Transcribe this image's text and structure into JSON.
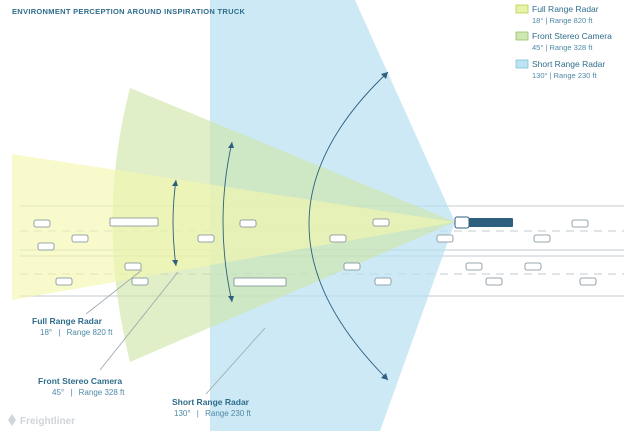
{
  "title": "ENVIRONMENT PERCEPTION AROUND INSPIRATION TRUCK",
  "legend": [
    {
      "label": "Full Range Radar",
      "detail": "18° | Range 820 ft",
      "color": "#e6f3a8",
      "border": "#b9cf4d"
    },
    {
      "label": "Front Stereo Camera",
      "detail": "45° | Range 328 ft",
      "color": "#cfe7b2",
      "border": "#93c06a"
    },
    {
      "label": "Short Range Radar",
      "detail": "130° | Range 230 ft",
      "color": "#bfe3f2",
      "border": "#7fc3e0"
    }
  ],
  "callouts": [
    {
      "label": "Full Range Radar",
      "angle": "18°",
      "range": "Range 820 ft"
    },
    {
      "label": "Front Stereo Camera",
      "angle": "45°",
      "range": "Range 328 ft"
    },
    {
      "label": "Short Range Radar",
      "angle": "130°",
      "range": "Range 230 ft"
    }
  ],
  "separator": "|",
  "brand": "Freightliner",
  "colors": {
    "title": "#2f6d8c",
    "full_range_fill": "#f6f8b4",
    "camera_fill": "#d5e9a7",
    "short_range_fill": "#bfe3f2",
    "road_line": "#c9d1d5",
    "truck_cab": "#2f5f7f"
  },
  "icons": {
    "brand_logo": "freightliner-logo-icon"
  }
}
